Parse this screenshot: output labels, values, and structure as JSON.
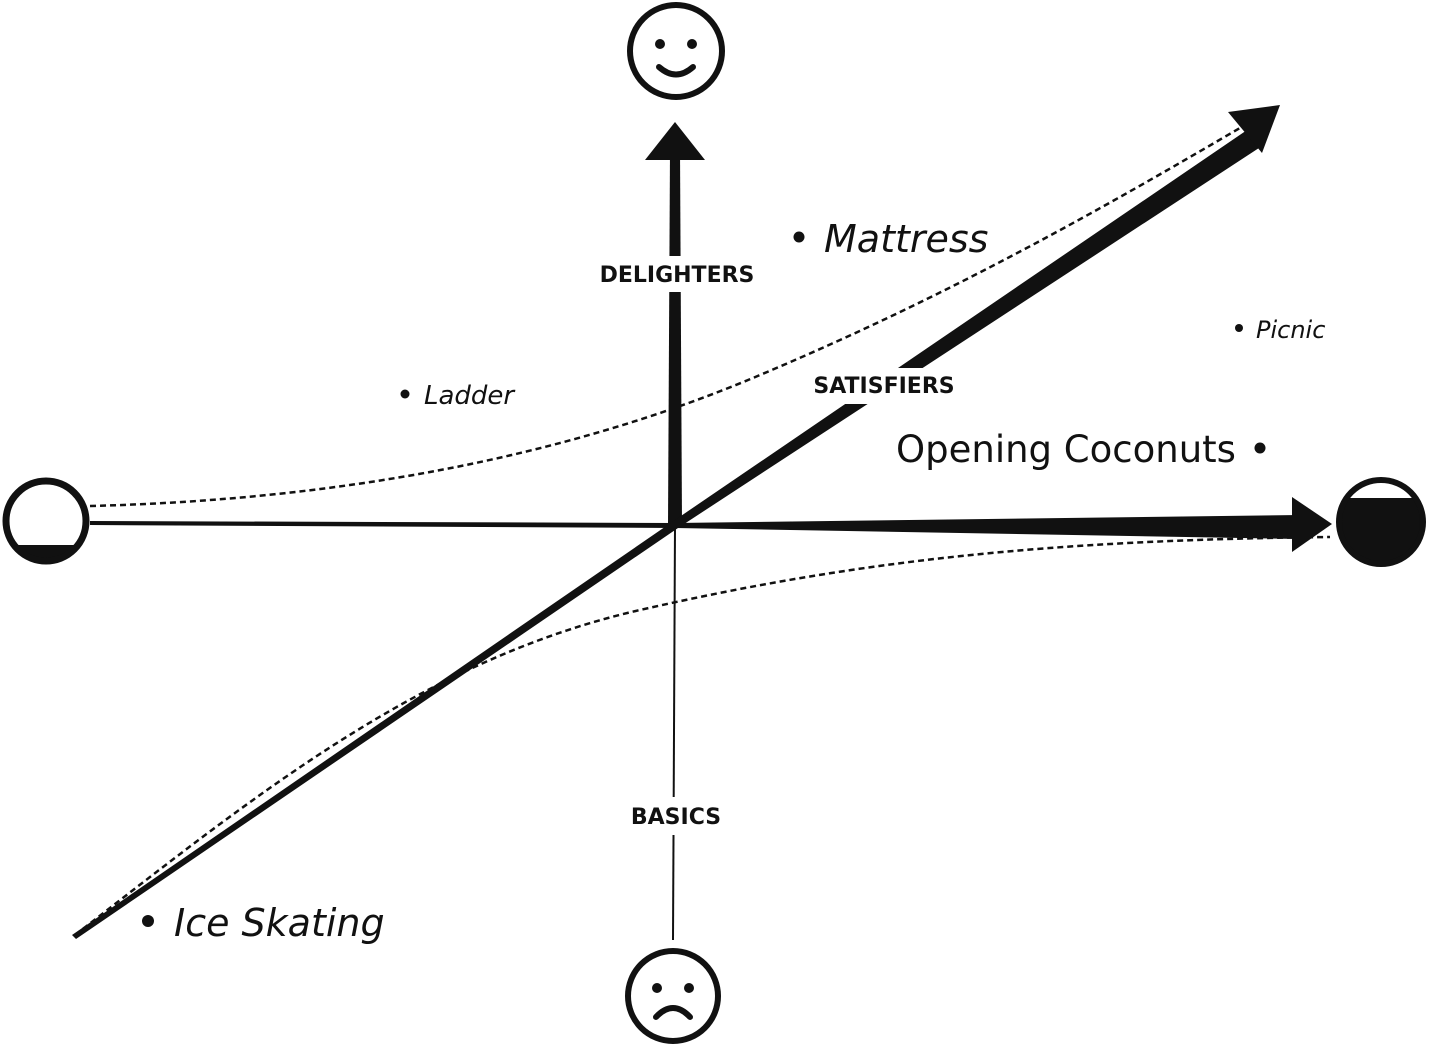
{
  "axes": {
    "vertical_up_label": "DELIGHTERS",
    "vertical_down_label": "BASICS",
    "diagonal_label": "SATISFIERS"
  },
  "icons": {
    "top": "happy-face-icon",
    "bottom": "sad-face-icon",
    "left": "empty-circle-icon",
    "right": "full-circle-icon"
  },
  "items": {
    "mattress": "Mattress",
    "picnic": "Picnic",
    "ladder": "Ladder",
    "opening_coconuts": "Opening Coconuts",
    "ice_skating": "Ice Skating"
  },
  "colors": {
    "ink": "#111111",
    "background": "#ffffff"
  }
}
